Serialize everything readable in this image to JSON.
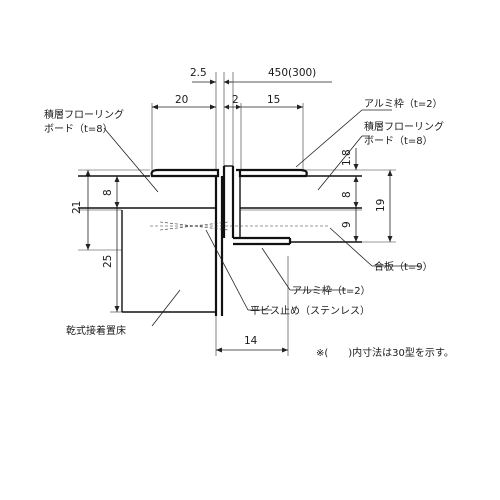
{
  "dimensions": {
    "top_2_5": "2.5",
    "top_450": "450(300)",
    "top_20": "20",
    "top_2": "2",
    "top_15": "15",
    "right_1_8": "1.8",
    "right_8": "8",
    "right_9": "9",
    "right_19": "19",
    "left_21": "21",
    "left_8": "8",
    "left_25": "25",
    "bottom_14": "14"
  },
  "labels": {
    "laminated_board_left_line1": "積層フローリング",
    "laminated_board_left_line2": "ボード（t=8）",
    "alu_frame_top": "アルミ枠（t=2）",
    "laminated_board_right_line1": "積層フローリング",
    "laminated_board_right_line2": "ボード（t=8）",
    "plywood": "合板（t=9）",
    "alu_frame_bottom": "アルミ枠（t=2）",
    "flat_screw": "平ビス止め（ステンレス）",
    "dry_floor": "乾式接着置床",
    "note": "※(　　)内寸法は30型を示す。"
  }
}
